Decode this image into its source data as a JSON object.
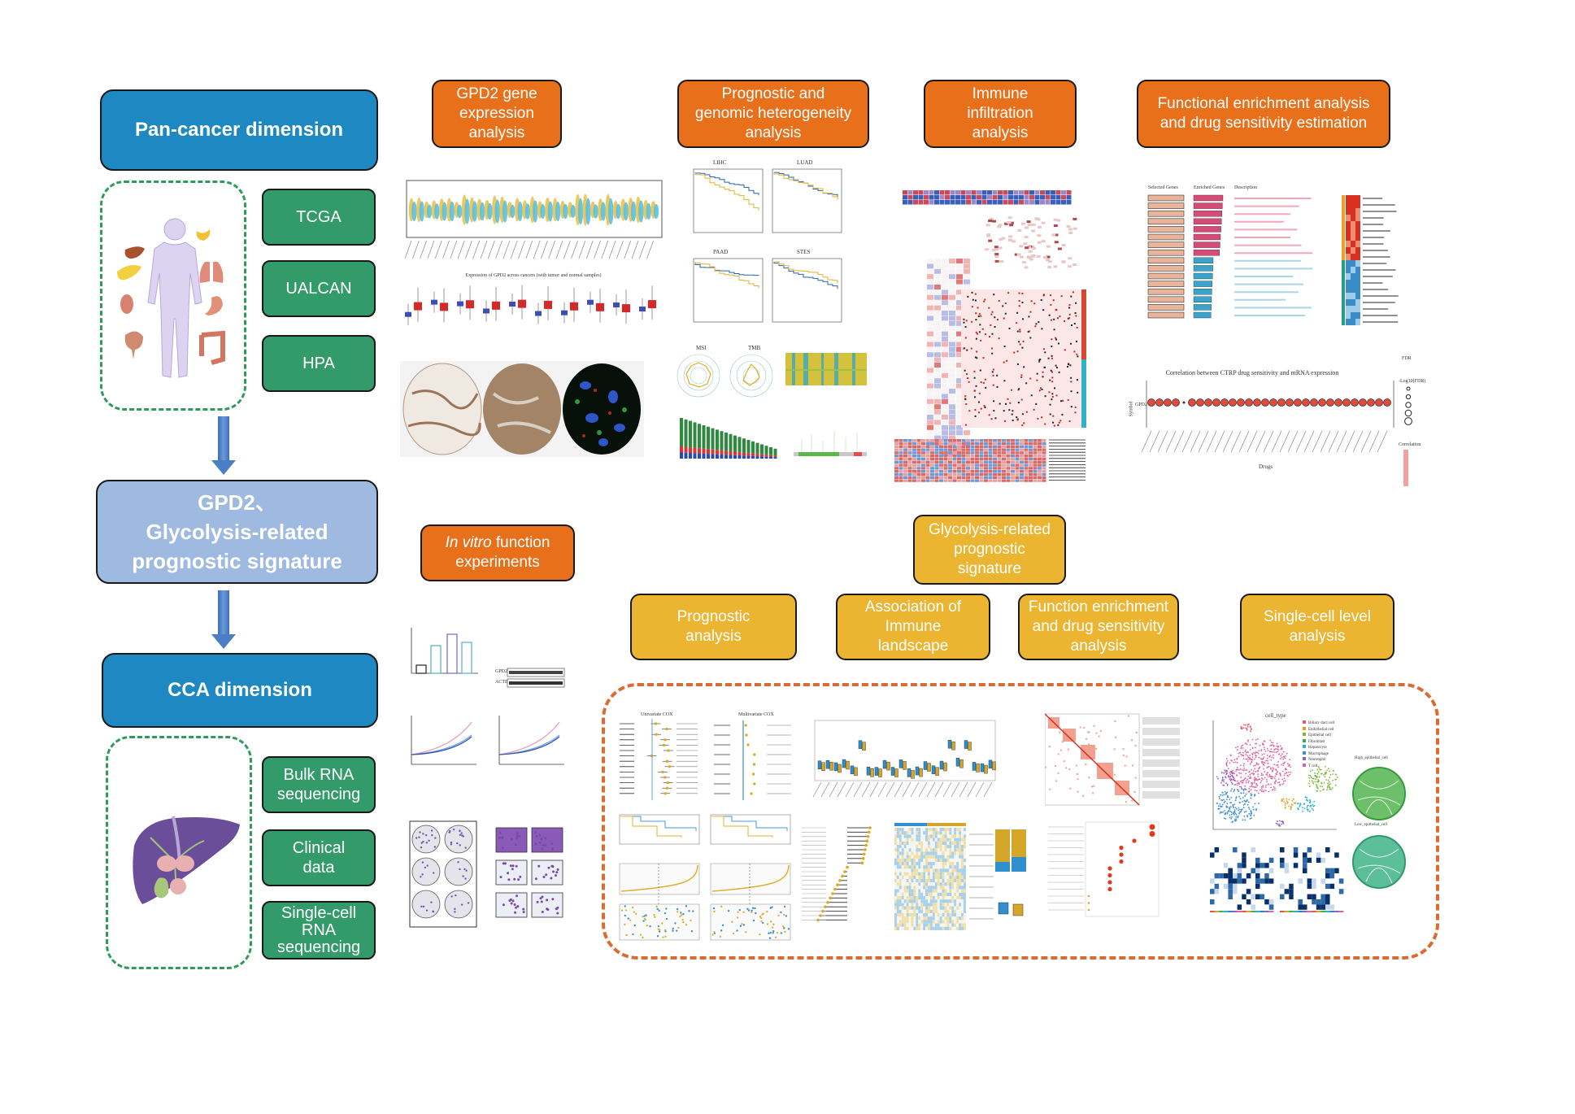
{
  "left_column": {
    "pan_cancer_title": "Pan-cancer dimension",
    "pan_cancer_sources": [
      "TCGA",
      "UALCAN",
      "HPA"
    ],
    "signature_title_line1": "GPD2、",
    "signature_title_line2": "Glycolysis-related",
    "signature_title_line3": "prognostic signature",
    "cca_title": "CCA dimension",
    "cca_sources": [
      {
        "line1": "Bulk RNA",
        "line2": "sequencing",
        "line3": ""
      },
      {
        "line1": "Clinical",
        "line2": "data",
        "line3": ""
      },
      {
        "line1": "Single-cell",
        "line2": "RNA",
        "line3": "sequencing"
      }
    ]
  },
  "pan_cancer_analyses": [
    {
      "lines": [
        "GPD2 gene",
        "expression",
        "analysis"
      ]
    },
    {
      "lines": [
        "Prognostic and",
        "genomic heterogeneity",
        "analysis"
      ]
    },
    {
      "lines": [
        "Immune",
        "infiltration",
        "analysis"
      ]
    },
    {
      "lines": [
        "Functional enrichment analysis",
        "and drug sensitivity estimation"
      ]
    }
  ],
  "in_vitro": {
    "italic": "In vitro",
    "rest": " function",
    "line2": "experiments"
  },
  "signature_block": {
    "title_lines": [
      "Glycolysis-related",
      "prognostic",
      "signature"
    ],
    "analyses": [
      {
        "lines": [
          "Prognostic",
          "analysis"
        ]
      },
      {
        "lines": [
          "Association of",
          "Immune",
          "landscape"
        ]
      },
      {
        "lines": [
          "Function enrichment",
          "and drug sensitivity",
          "analysis"
        ]
      },
      {
        "lines": [
          "Single-cell level",
          "analysis"
        ]
      }
    ]
  },
  "thumbnails": {
    "expression_boxplot_title": "Expression of GPD2 across cancers (with tumor and normal samples)",
    "km_titles": [
      "LIHC",
      "LUAD",
      "PAAD",
      "STES"
    ],
    "radar_titles": [
      "MSI",
      "TMB"
    ],
    "enrichment_headers": [
      "Selected Genes",
      "Enriched Genes",
      "Description"
    ],
    "drug_title": "Correlation between CTRP drug sensitivity and mRNA expression",
    "drug_ylabel": "Symbol",
    "drug_gene": "GPD2",
    "drug_xlabel": "Drugs",
    "drug_legend_fdr": "FDR",
    "drug_legend_size": "-Log10(FDR)",
    "drug_legend_color": "Correlation",
    "western_labels": [
      "GPD2",
      "ACTB"
    ],
    "cox_titles": [
      "Univariate COX",
      "Multivariate COX"
    ],
    "tsne_title": "cell_type",
    "tsne_legend": [
      "Biliary duct cell",
      "Endothelial cell",
      "Epithelial cell",
      "Fibroblast",
      "Hepatocyte",
      "Macrophage",
      "Neutrophil",
      "T cell"
    ],
    "tsne_colors": [
      "#e8566a",
      "#d9a21b",
      "#7cb83a",
      "#37a85a",
      "#2bb5c2",
      "#3a8fd0",
      "#9060c0",
      "#e060a8"
    ],
    "chord_titles": [
      "High_epithelial_cell",
      "Low_epithelial_cell"
    ]
  },
  "colors": {
    "dimension_blue": "#1e88c2",
    "signature_lightblue": "#9ebae0",
    "source_green": "#339b6a",
    "analysis_orange": "#e8701b",
    "signature_yellow": "#ebb431",
    "dashed_green": "#2e9a5c",
    "dashed_orange": "#d96b33",
    "arrow_blue": "#4c7ec6"
  }
}
